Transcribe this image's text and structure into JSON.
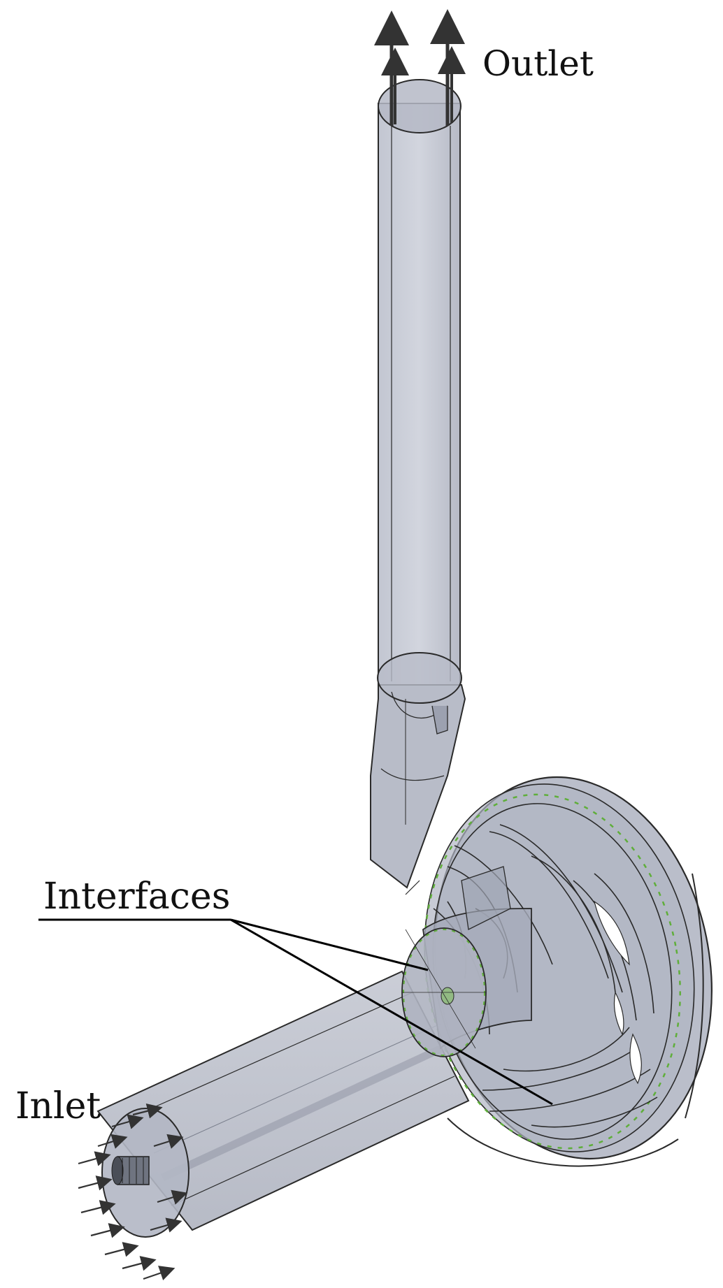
{
  "labels": {
    "outlet": "Outlet",
    "interfaces": "Interfaces",
    "inlet": "Inlet"
  },
  "colors": {
    "body_fill": "#9aa0b0",
    "body_stroke": "#2a2a2a",
    "arrow": "#333333",
    "interface_marks": "#5fae3a",
    "background": "#ffffff"
  },
  "components": {
    "outlet_pipe": "vertical discharge pipe",
    "volute": "volute casing",
    "impeller": "impeller with curved blades",
    "inlet_pipe": "suction pipe",
    "interface_cylinder": "interface cylinder"
  }
}
